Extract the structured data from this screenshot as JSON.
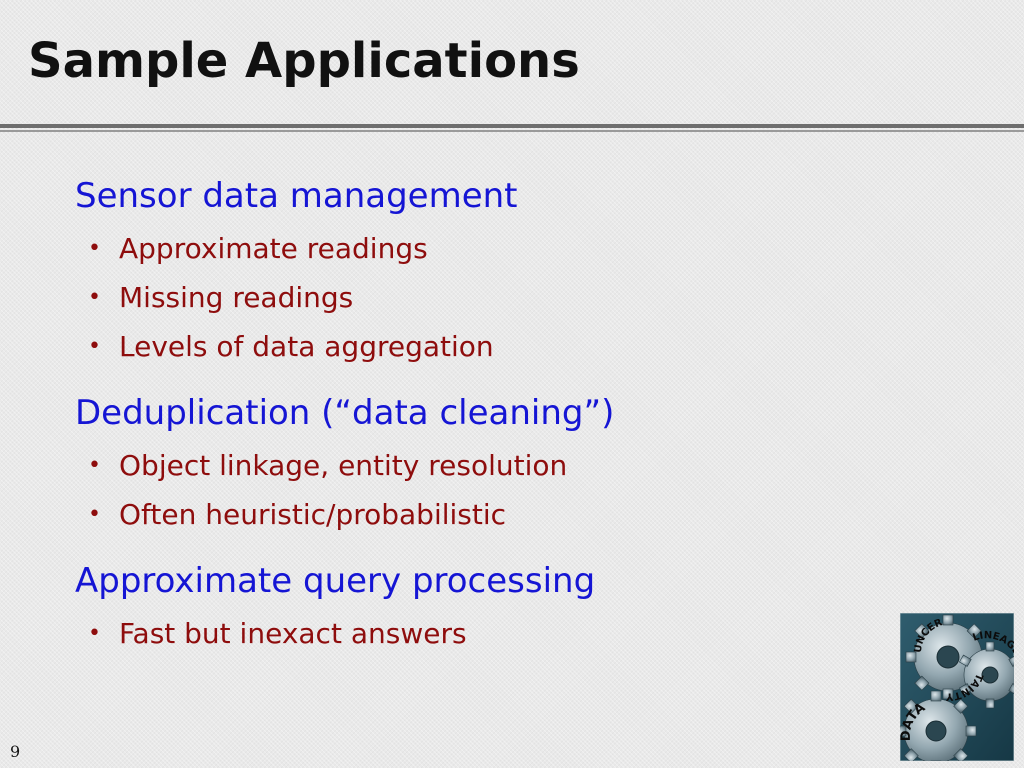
{
  "slide": {
    "title": "Sample Applications",
    "page_number": "9"
  },
  "sections": [
    {
      "heading": "Sensor data management",
      "items": [
        "Approximate readings",
        "Missing readings",
        "Levels of data aggregation"
      ]
    },
    {
      "heading": "Deduplication (“data cleaning”)",
      "items": [
        "Object linkage, entity resolution",
        "Often heuristic/probabilistic"
      ]
    },
    {
      "heading": "Approximate query processing",
      "items": [
        "Fast but inexact answers"
      ]
    }
  ],
  "bullet_glyph": "•",
  "logo": {
    "words": [
      "UNCERTAINTY",
      "LINEAGE",
      "DATA"
    ]
  },
  "colors": {
    "heading": "#1515d4",
    "bullet_text": "#8e0d0d",
    "title": "#111111"
  }
}
